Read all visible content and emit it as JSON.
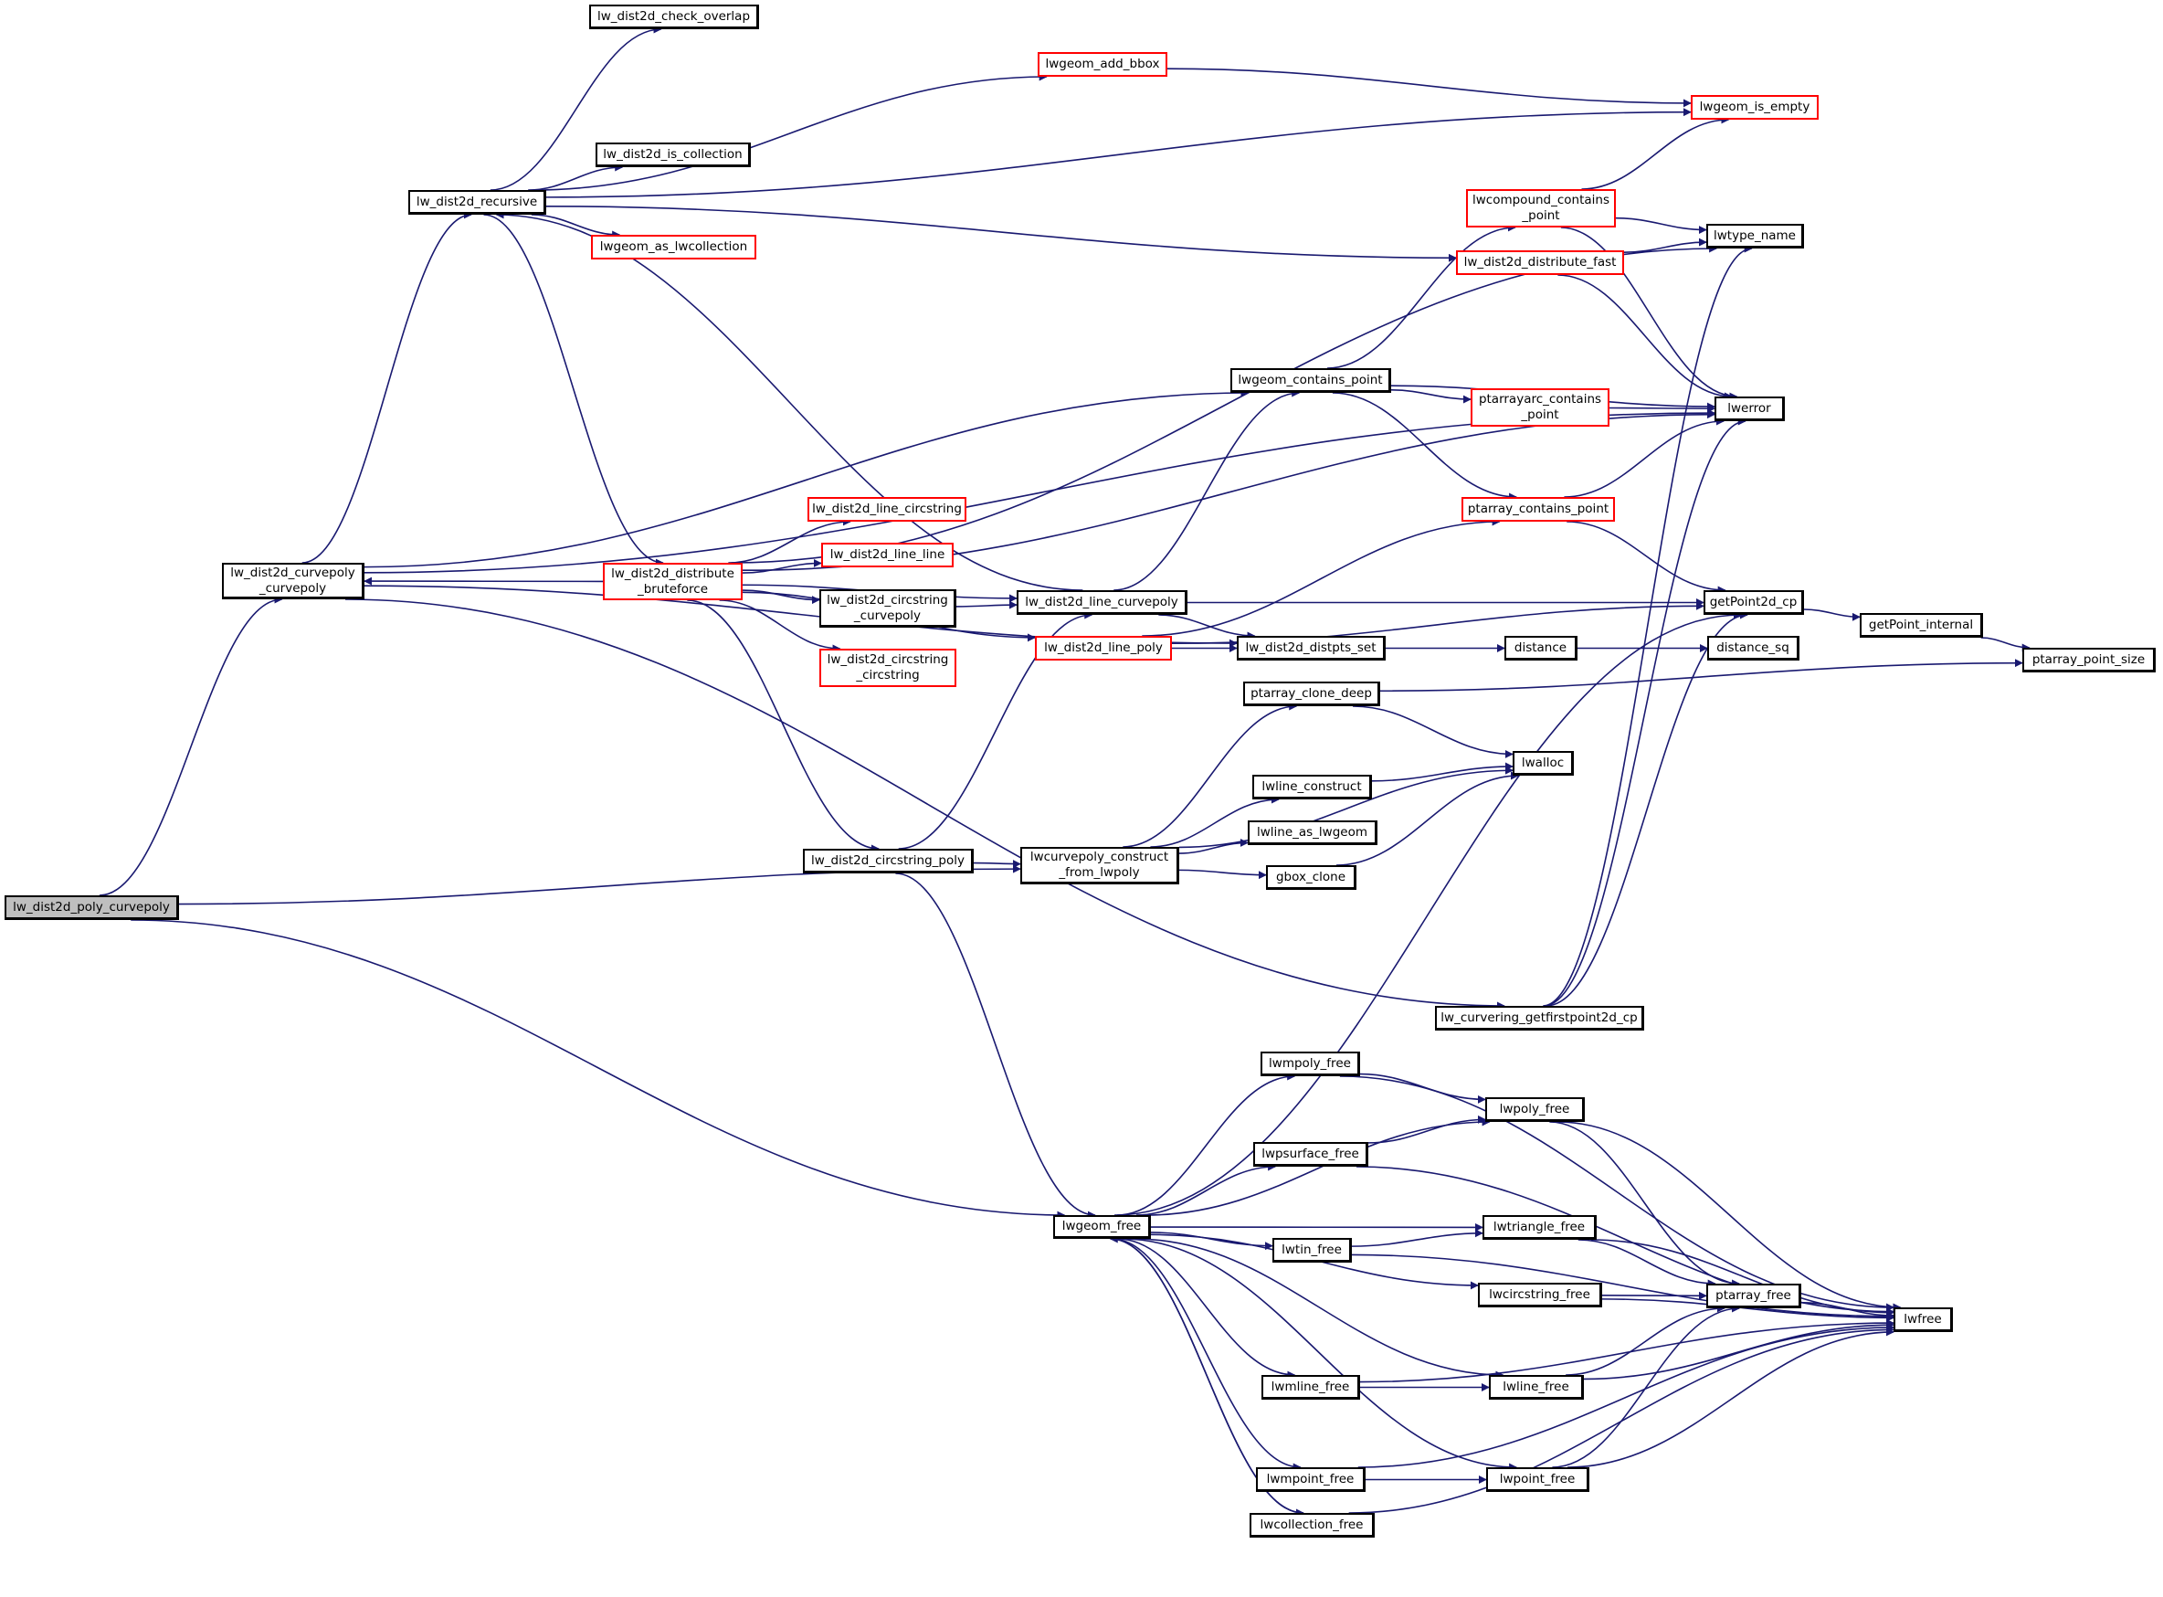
{
  "graph": {
    "type": "call-graph",
    "root": "lw_dist2d_poly_curvepoly",
    "colors": {
      "edge": "#191970",
      "node_border": "#000000",
      "node_incomplete_border": "#ff0000",
      "root_fill": "#bfbfbf"
    },
    "nodes": {
      "poly_curvepoly": {
        "label": "lw_dist2d_poly_curvepoly",
        "incomplete": false,
        "root": true
      },
      "curvepoly_curvepoly": {
        "label": "lw_dist2d_curvepoly\n_curvepoly",
        "incomplete": false
      },
      "recursive": {
        "label": "lw_dist2d_recursive",
        "incomplete": false
      },
      "check_overlap": {
        "label": "lw_dist2d_check_overlap",
        "incomplete": false
      },
      "add_bbox": {
        "label": "lwgeom_add_bbox",
        "incomplete": true
      },
      "is_empty": {
        "label": "lwgeom_is_empty",
        "incomplete": true
      },
      "is_collection": {
        "label": "lw_dist2d_is_collection",
        "incomplete": false
      },
      "as_lwcollection": {
        "label": "lwgeom_as_lwcollection",
        "incomplete": true
      },
      "compound_contains": {
        "label": "lwcompound_contains\n_point",
        "incomplete": true
      },
      "lwtype_name": {
        "label": "lwtype_name",
        "incomplete": false
      },
      "distribute_fast": {
        "label": "lw_dist2d_distribute_fast",
        "incomplete": true
      },
      "contains_point": {
        "label": "lwgeom_contains_point",
        "incomplete": false
      },
      "ptarrayarc": {
        "label": "ptarrayarc_contains\n_point",
        "incomplete": true
      },
      "lwerror": {
        "label": "lwerror",
        "incomplete": false
      },
      "ptarray_contains": {
        "label": "ptarray_contains_point",
        "incomplete": true
      },
      "line_circstring": {
        "label": "lw_dist2d_line_circstring",
        "incomplete": true
      },
      "line_line": {
        "label": "lw_dist2d_line_line",
        "incomplete": true
      },
      "bruteforce": {
        "label": "lw_dist2d_distribute\n_bruteforce",
        "incomplete": true
      },
      "circstring_curvepoly": {
        "label": "lw_dist2d_circstring\n_curvepoly",
        "incomplete": false
      },
      "line_curvepoly": {
        "label": "lw_dist2d_line_curvepoly",
        "incomplete": false
      },
      "getpoint2d_cp": {
        "label": "getPoint2d_cp",
        "incomplete": false
      },
      "circstring_circstring": {
        "label": "lw_dist2d_circstring\n_circstring",
        "incomplete": true
      },
      "line_poly": {
        "label": "lw_dist2d_line_poly",
        "incomplete": true
      },
      "distpts_set": {
        "label": "lw_dist2d_distpts_set",
        "incomplete": false
      },
      "distance": {
        "label": "distance",
        "incomplete": false
      },
      "distance_sq": {
        "label": "distance_sq",
        "incomplete": false
      },
      "getpoint_internal": {
        "label": "getPoint_internal",
        "incomplete": false
      },
      "ptarray_point_size": {
        "label": "ptarray_point_size",
        "incomplete": false
      },
      "ptarray_clone_deep": {
        "label": "ptarray_clone_deep",
        "incomplete": false
      },
      "lwalloc": {
        "label": "lwalloc",
        "incomplete": false
      },
      "lwline_construct": {
        "label": "lwline_construct",
        "incomplete": false
      },
      "lwline_as_lwgeom": {
        "label": "lwline_as_lwgeom",
        "incomplete": false
      },
      "circstring_poly": {
        "label": "lw_dist2d_circstring_poly",
        "incomplete": false
      },
      "curvepoly_construct": {
        "label": "lwcurvepoly_construct\n_from_lwpoly",
        "incomplete": false
      },
      "gbox_clone": {
        "label": "gbox_clone",
        "incomplete": false
      },
      "getfirstpoint": {
        "label": "lw_curvering_getfirstpoint2d_cp",
        "incomplete": false
      },
      "lwmpoly_free": {
        "label": "lwmpoly_free",
        "incomplete": false
      },
      "lwpoly_free": {
        "label": "lwpoly_free",
        "incomplete": false
      },
      "lwpsurface_free": {
        "label": "lwpsurface_free",
        "incomplete": false
      },
      "lwgeom_free": {
        "label": "lwgeom_free",
        "incomplete": false
      },
      "lwtriangle_free": {
        "label": "lwtriangle_free",
        "incomplete": false
      },
      "lwtin_free": {
        "label": "lwtin_free",
        "incomplete": false
      },
      "lwcircstring_free": {
        "label": "lwcircstring_free",
        "incomplete": false
      },
      "ptarray_free": {
        "label": "ptarray_free",
        "incomplete": false
      },
      "lwfree": {
        "label": "lwfree",
        "incomplete": false
      },
      "lwmline_free": {
        "label": "lwmline_free",
        "incomplete": false
      },
      "lwline_free": {
        "label": "lwline_free",
        "incomplete": false
      },
      "lwmpoint_free": {
        "label": "lwmpoint_free",
        "incomplete": false
      },
      "lwpoint_free": {
        "label": "lwpoint_free",
        "incomplete": false
      },
      "lwcollection_free": {
        "label": "lwcollection_free",
        "incomplete": false
      }
    },
    "edges": [
      [
        "poly_curvepoly",
        "curvepoly_curvepoly"
      ],
      [
        "poly_curvepoly",
        "curvepoly_construct"
      ],
      [
        "poly_curvepoly",
        "lwgeom_free"
      ],
      [
        "curvepoly_curvepoly",
        "recursive"
      ],
      [
        "curvepoly_curvepoly",
        "contains_point"
      ],
      [
        "curvepoly_curvepoly",
        "lwerror"
      ],
      [
        "curvepoly_curvepoly",
        "distpts_set"
      ],
      [
        "curvepoly_curvepoly",
        "getfirstpoint"
      ],
      [
        "bruteforce",
        "curvepoly_curvepoly"
      ],
      [
        "recursive",
        "check_overlap"
      ],
      [
        "recursive",
        "add_bbox"
      ],
      [
        "recursive",
        "is_empty"
      ],
      [
        "recursive",
        "is_collection"
      ],
      [
        "recursive",
        "distribute_fast"
      ],
      [
        "recursive",
        "as_lwcollection"
      ],
      [
        "recursive",
        "bruteforce"
      ],
      [
        "line_curvepoly",
        "recursive"
      ],
      [
        "add_bbox",
        "is_empty"
      ],
      [
        "bruteforce",
        "line_circstring"
      ],
      [
        "bruteforce",
        "line_line"
      ],
      [
        "bruteforce",
        "circstring_curvepoly"
      ],
      [
        "bruteforce",
        "circstring_circstring"
      ],
      [
        "bruteforce",
        "circstring_poly"
      ],
      [
        "bruteforce",
        "line_curvepoly"
      ],
      [
        "bruteforce",
        "line_poly"
      ],
      [
        "bruteforce",
        "lwtype_name"
      ],
      [
        "bruteforce",
        "lwerror"
      ],
      [
        "circstring_curvepoly",
        "line_curvepoly"
      ],
      [
        "circstring_poly",
        "line_curvepoly"
      ],
      [
        "circstring_poly",
        "curvepoly_construct"
      ],
      [
        "circstring_poly",
        "lwgeom_free"
      ],
      [
        "line_curvepoly",
        "contains_point"
      ],
      [
        "line_curvepoly",
        "getpoint2d_cp"
      ],
      [
        "line_curvepoly",
        "distpts_set"
      ],
      [
        "line_poly",
        "ptarray_contains"
      ],
      [
        "line_poly",
        "getpoint2d_cp"
      ],
      [
        "line_poly",
        "distpts_set"
      ],
      [
        "contains_point",
        "compound_contains"
      ],
      [
        "contains_point",
        "ptarrayarc"
      ],
      [
        "contains_point",
        "ptarray_contains"
      ],
      [
        "contains_point",
        "lwerror"
      ],
      [
        "compound_contains",
        "is_empty"
      ],
      [
        "compound_contains",
        "lwtype_name"
      ],
      [
        "compound_contains",
        "lwerror"
      ],
      [
        "distribute_fast",
        "lwtype_name"
      ],
      [
        "distribute_fast",
        "lwerror"
      ],
      [
        "ptarrayarc",
        "lwerror"
      ],
      [
        "ptarray_contains",
        "lwerror"
      ],
      [
        "ptarray_contains",
        "getpoint2d_cp"
      ],
      [
        "getpoint2d_cp",
        "getpoint_internal"
      ],
      [
        "getpoint_internal",
        "ptarray_point_size"
      ],
      [
        "distpts_set",
        "distance"
      ],
      [
        "distance",
        "distance_sq"
      ],
      [
        "ptarray_clone_deep",
        "ptarray_point_size"
      ],
      [
        "ptarray_clone_deep",
        "lwalloc"
      ],
      [
        "curvepoly_construct",
        "ptarray_clone_deep"
      ],
      [
        "curvepoly_construct",
        "lwalloc"
      ],
      [
        "curvepoly_construct",
        "lwline_construct"
      ],
      [
        "curvepoly_construct",
        "lwline_as_lwgeom"
      ],
      [
        "curvepoly_construct",
        "gbox_clone"
      ],
      [
        "lwline_construct",
        "lwalloc"
      ],
      [
        "gbox_clone",
        "lwalloc"
      ],
      [
        "getfirstpoint",
        "lwtype_name"
      ],
      [
        "getfirstpoint",
        "lwerror"
      ],
      [
        "getfirstpoint",
        "getpoint2d_cp"
      ],
      [
        "lwgeom_free",
        "getpoint2d_cp"
      ],
      [
        "lwgeom_free",
        "lwmpoly_free"
      ],
      [
        "lwgeom_free",
        "lwpoly_free"
      ],
      [
        "lwgeom_free",
        "lwpsurface_free"
      ],
      [
        "lwgeom_free",
        "lwtriangle_free"
      ],
      [
        "lwgeom_free",
        "lwtin_free"
      ],
      [
        "lwgeom_free",
        "lwcircstring_free"
      ],
      [
        "lwgeom_free",
        "lwline_free"
      ],
      [
        "lwgeom_free",
        "lwmline_free"
      ],
      [
        "lwgeom_free",
        "lwpoint_free"
      ],
      [
        "lwgeom_free",
        "lwmpoint_free"
      ],
      [
        "lwgeom_free",
        "lwcollection_free"
      ],
      [
        "lwcollection_free",
        "lwgeom_free"
      ],
      [
        "lwcollection_free",
        "lwfree"
      ],
      [
        "lwmpoly_free",
        "lwpoly_free"
      ],
      [
        "lwmpoly_free",
        "lwfree"
      ],
      [
        "lwpoly_free",
        "ptarray_free"
      ],
      [
        "lwpoly_free",
        "lwfree"
      ],
      [
        "lwpsurface_free",
        "lwpoly_free"
      ],
      [
        "lwpsurface_free",
        "lwfree"
      ],
      [
        "lwtriangle_free",
        "ptarray_free"
      ],
      [
        "lwtriangle_free",
        "lwfree"
      ],
      [
        "lwtin_free",
        "lwtriangle_free"
      ],
      [
        "lwtin_free",
        "lwfree"
      ],
      [
        "lwcircstring_free",
        "ptarray_free"
      ],
      [
        "lwcircstring_free",
        "lwfree"
      ],
      [
        "ptarray_free",
        "lwfree"
      ],
      [
        "lwmline_free",
        "lwline_free"
      ],
      [
        "lwmline_free",
        "lwfree"
      ],
      [
        "lwline_free",
        "ptarray_free"
      ],
      [
        "lwline_free",
        "lwfree"
      ],
      [
        "lwmpoint_free",
        "lwpoint_free"
      ],
      [
        "lwmpoint_free",
        "lwfree"
      ],
      [
        "lwpoint_free",
        "ptarray_free"
      ],
      [
        "lwpoint_free",
        "lwfree"
      ]
    ]
  }
}
